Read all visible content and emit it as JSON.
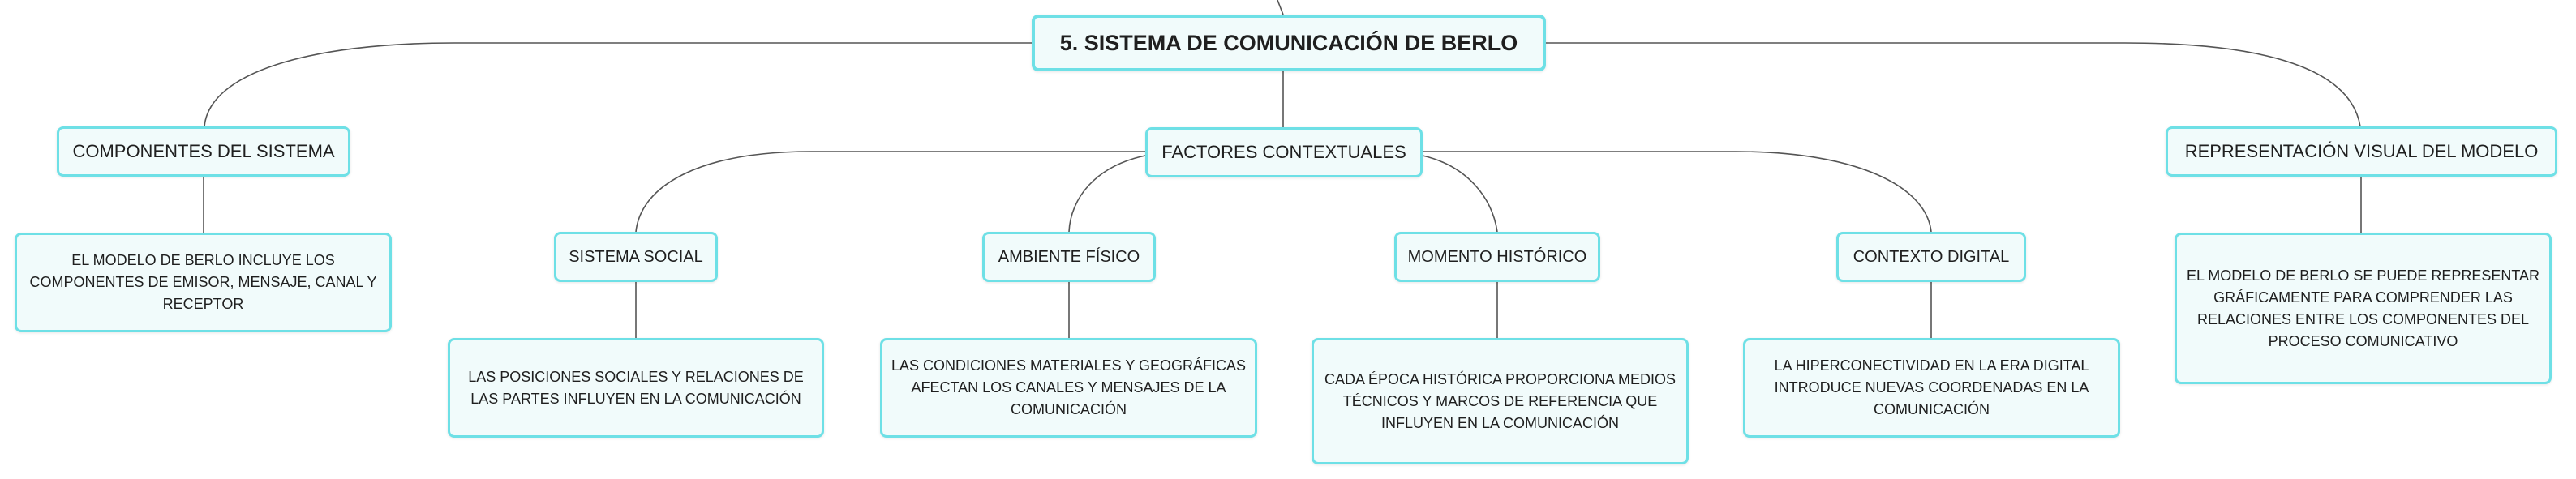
{
  "root": {
    "title": "5. SISTEMA DE COMUNICACIÓN DE BERLO"
  },
  "branches": {
    "componentes": {
      "label": "COMPONENTES DEL SISTEMA",
      "detail": "EL MODELO DE BERLO INCLUYE LOS COMPONENTES DE EMISOR, MENSAJE, CANAL Y RECEPTOR"
    },
    "factores": {
      "label": "FACTORES CONTEXTUALES",
      "children": {
        "social": {
          "label": "SISTEMA SOCIAL",
          "detail": "LAS POSICIONES SOCIALES Y RELACIONES DE LAS PARTES INFLUYEN EN LA COMUNICACIÓN"
        },
        "fisico": {
          "label": "AMBIENTE FÍSICO",
          "detail": "LAS CONDICIONES MATERIALES Y GEOGRÁFICAS AFECTAN LOS CANALES Y MENSAJES DE LA COMUNICACIÓN"
        },
        "historico": {
          "label": "MOMENTO HISTÓRICO",
          "detail": "CADA ÉPOCA HISTÓRICA PROPORCIONA MEDIOS TÉCNICOS Y MARCOS DE REFERENCIA QUE INFLUYEN EN LA COMUNICACIÓN"
        },
        "digital": {
          "label": "CONTEXTO DIGITAL",
          "detail": "LA HIPERCONECTIVIDAD EN LA ERA DIGITAL INTRODUCE NUEVAS COORDENADAS EN LA COMUNICACIÓN"
        }
      }
    },
    "representacion": {
      "label": "REPRESENTACIÓN VISUAL DEL MODELO",
      "detail": "EL MODELO DE BERLO SE PUEDE REPRESENTAR GRÁFICAMENTE PARA COMPRENDER LAS RELACIONES ENTRE LOS COMPONENTES DEL PROCESO COMUNICATIVO"
    }
  },
  "colors": {
    "border": "#6ee0e6",
    "fill": "#f1fbfb",
    "line": "#555555"
  }
}
